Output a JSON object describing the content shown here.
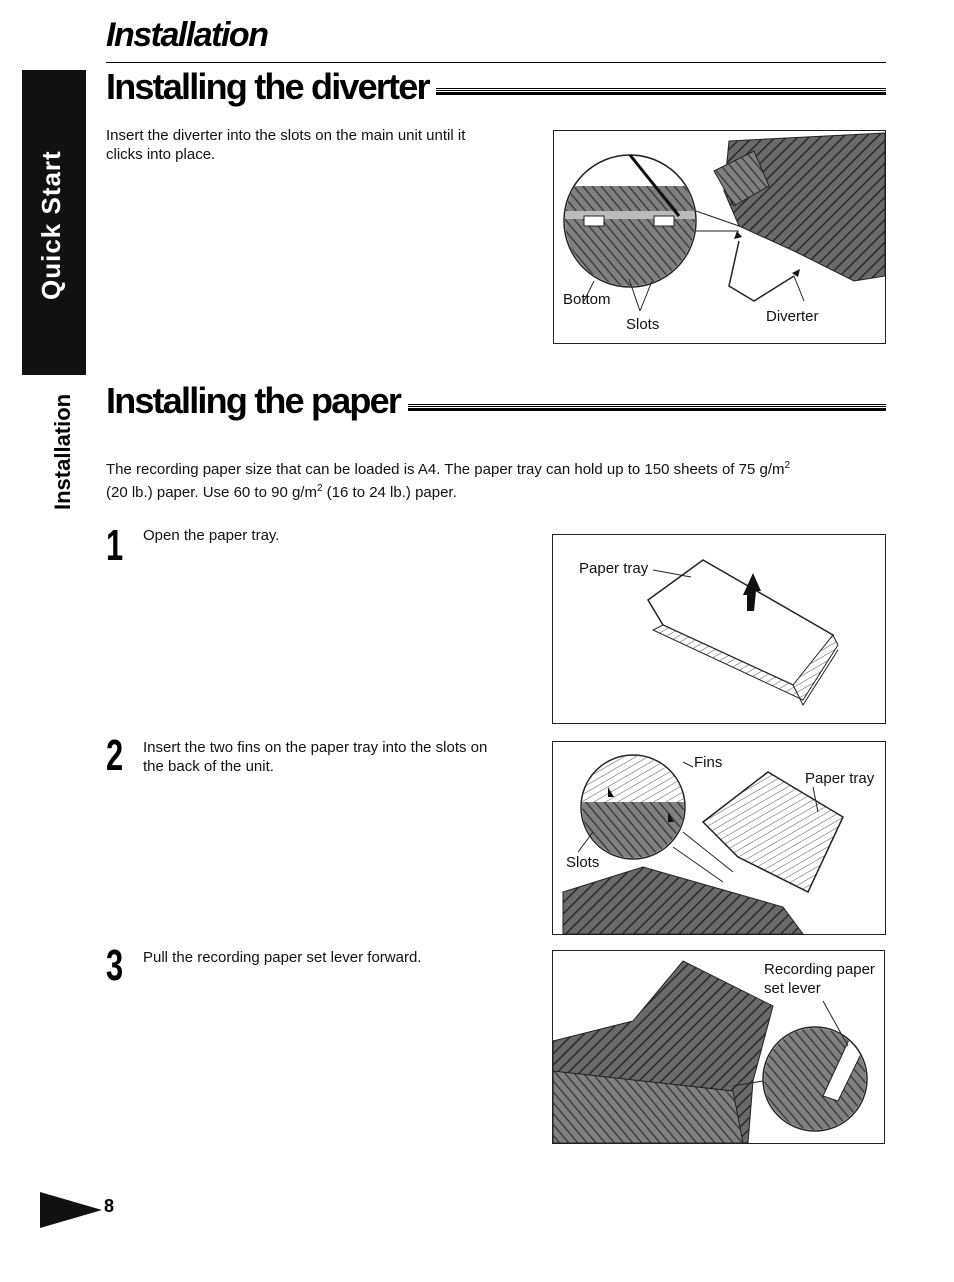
{
  "header": {
    "section_title": "Installation"
  },
  "sidebar": {
    "tab_active": "Quick Start",
    "tab_section": "Installation"
  },
  "diverter": {
    "heading": "Installing the diverter",
    "instruction": "Insert the diverter into the slots on the main unit until it clicks into place.",
    "figure_labels": {
      "bottom": "Bottom",
      "slots": "Slots",
      "diverter": "Diverter"
    }
  },
  "paper": {
    "heading": "Installing the paper",
    "intro_line1": "The recording paper size that can be loaded is A4. The paper tray can hold up to 150 sheets of 75 g/m",
    "intro_sup1": "2",
    "intro_line2a": "(20 lb.) paper. Use 60 to 90 g/m",
    "intro_sup2": "2",
    "intro_line2b": " (16 to 24 lb.) paper.",
    "steps": [
      {
        "number": "1",
        "text": "Open the paper tray.",
        "labels": {
          "paper_tray": "Paper tray"
        }
      },
      {
        "number": "2",
        "text": "Insert the two fins on the paper tray into the slots on the back of the unit.",
        "labels": {
          "fins": "Fins",
          "paper_tray": "Paper tray",
          "slots": "Slots"
        }
      },
      {
        "number": "3",
        "text": "Pull the recording paper set lever forward.",
        "labels": {
          "lever_line1": "Recording paper",
          "lever_line2": "set lever"
        }
      }
    ]
  },
  "footer": {
    "page_number": "8"
  }
}
